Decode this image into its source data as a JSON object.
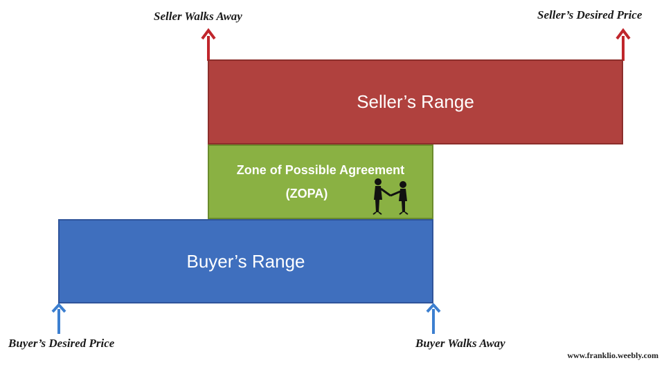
{
  "labels": {
    "seller_walks_away": "Seller Walks Away",
    "seller_desired_price": "Seller’s Desired Price",
    "buyer_desired_price": "Buyer’s Desired Price",
    "buyer_walks_away": "Buyer Walks Away"
  },
  "boxes": {
    "seller_range": "Seller’s Range",
    "zopa_line1": "Zone of Possible Agreement",
    "zopa_line2": "(ZOPA)",
    "buyer_range": "Buyer’s Range"
  },
  "watermark": "www.franklio.weebly.com",
  "colors": {
    "seller": "#b0413e",
    "zopa": "#8ab143",
    "buyer": "#3f6fbe",
    "seller_arrow": "#c0262c",
    "buyer_arrow": "#3c7fd0"
  },
  "icons": [
    "up-arrow-icon",
    "handshake-icon"
  ]
}
